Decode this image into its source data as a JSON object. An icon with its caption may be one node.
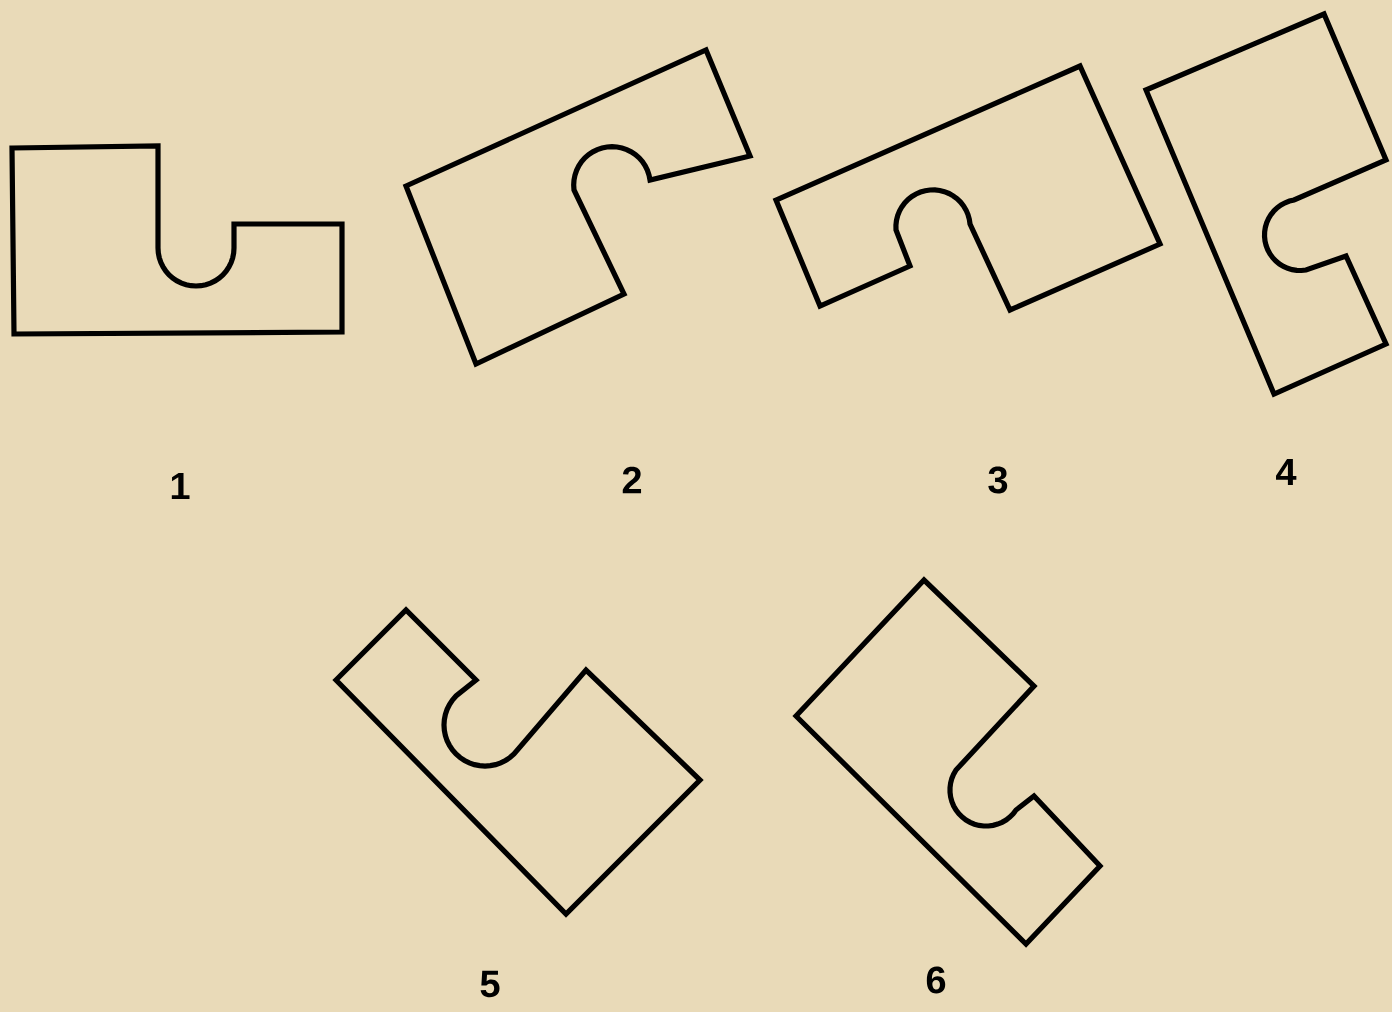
{
  "diagram": {
    "nodes": [
      {
        "text": [],
        "shape": "polygon"
      },
      {
        "text": [],
        "shape": "polygon"
      },
      {
        "text": [],
        "shape": "polygon"
      },
      {
        "text": [],
        "shape": "polygon"
      },
      {
        "text": [],
        "shape": "polygon"
      },
      {
        "text": [],
        "shape": "polygon"
      }
    ],
    "labels": [
      "1",
      "2",
      "3",
      "4",
      "5",
      "6"
    ]
  }
}
